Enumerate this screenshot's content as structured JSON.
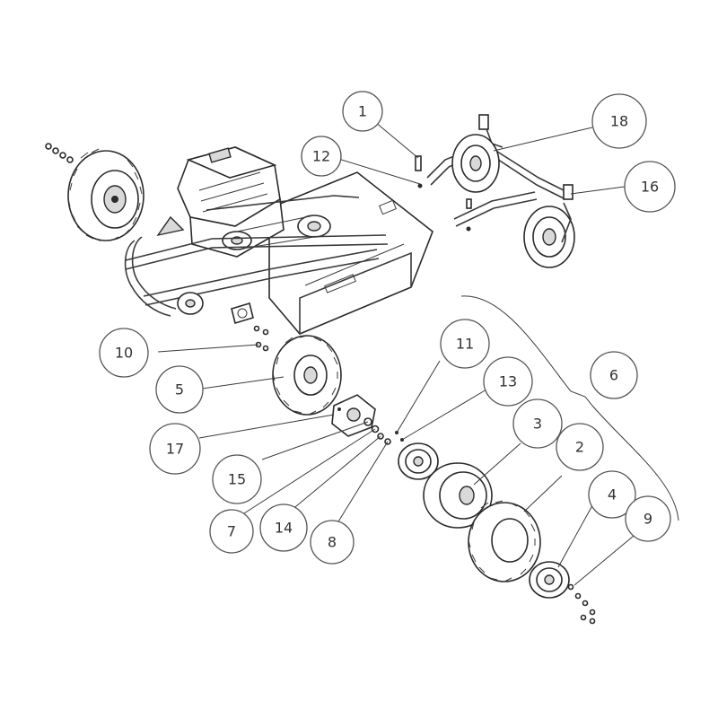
{
  "callouts": [
    {
      "id": "1",
      "label": "1"
    },
    {
      "id": "12",
      "label": "12"
    },
    {
      "id": "18",
      "label": "18"
    },
    {
      "id": "16",
      "label": "16"
    },
    {
      "id": "10",
      "label": "10"
    },
    {
      "id": "5",
      "label": "5"
    },
    {
      "id": "11",
      "label": "11"
    },
    {
      "id": "13",
      "label": "13"
    },
    {
      "id": "6",
      "label": "6"
    },
    {
      "id": "3",
      "label": "3"
    },
    {
      "id": "2",
      "label": "2"
    },
    {
      "id": "4",
      "label": "4"
    },
    {
      "id": "9",
      "label": "9"
    },
    {
      "id": "17",
      "label": "17"
    },
    {
      "id": "15",
      "label": "15"
    },
    {
      "id": "7",
      "label": "7"
    },
    {
      "id": "14",
      "label": "14"
    },
    {
      "id": "8",
      "label": "8"
    }
  ]
}
